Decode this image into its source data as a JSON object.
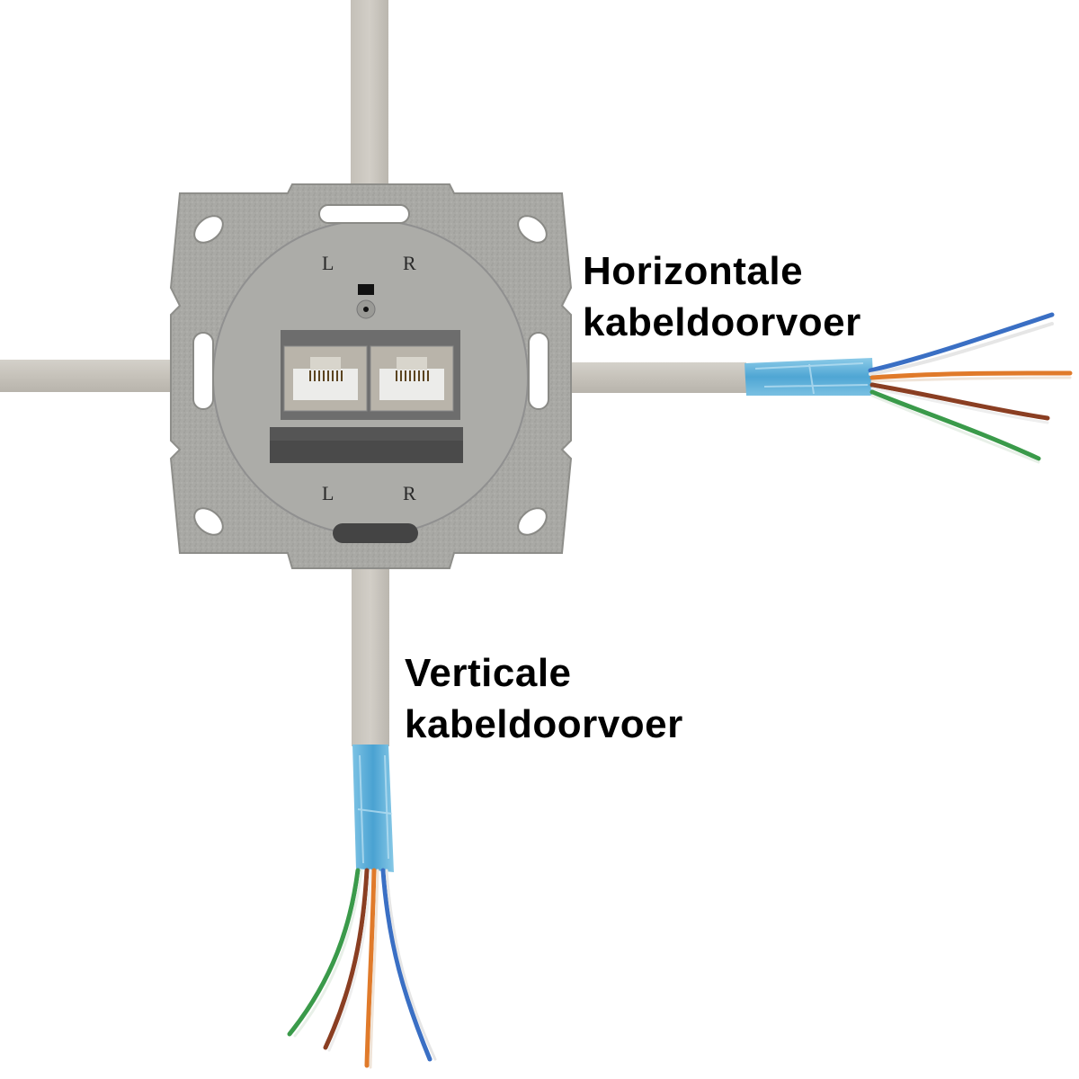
{
  "labels": {
    "horizontal": {
      "line1": "Horizontale",
      "line2": "kabeldoorvoer"
    },
    "vertical": {
      "line1": "Verticale",
      "line2": "kabeldoorvoer"
    }
  },
  "outlet": {
    "top_markings": {
      "left": "L",
      "right": "R"
    },
    "bottom_markings": {
      "left": "L",
      "right": "R"
    },
    "ports": 2
  },
  "colors": {
    "background": "#ffffff",
    "cable_jacket": "#c8c4bc",
    "foil_shield": "#5aaed8",
    "metal_frame": "#a8a8a4",
    "pair_blue": "#3a6fc4",
    "pair_orange": "#e07a2a",
    "pair_green": "#3a9a4a",
    "pair_brown": "#8a3e22"
  }
}
